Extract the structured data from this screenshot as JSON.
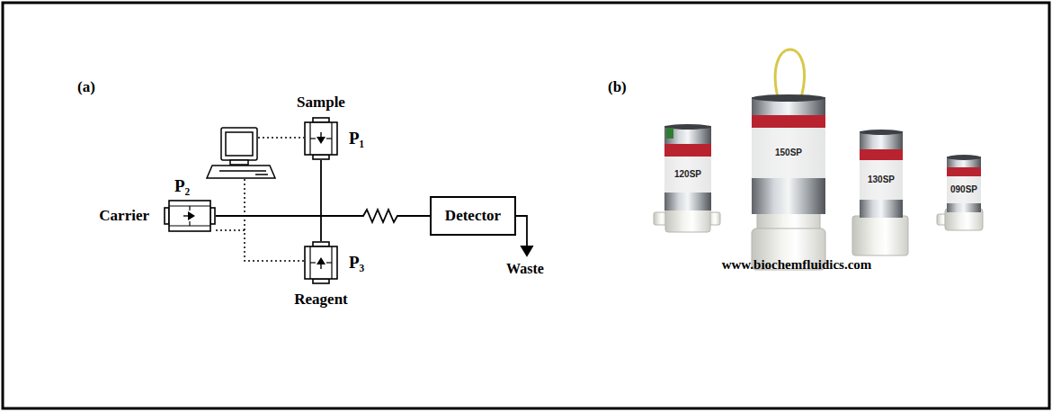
{
  "diagram": {
    "nodes": [
      {
        "text": [
          "Sample",
          "P₁"
        ]
      },
      {
        "text": [
          "P₂",
          "Carrier"
        ]
      },
      {
        "text": [
          "Detector"
        ]
      },
      {
        "text": [
          "P₃",
          "Reagent"
        ]
      }
    ],
    "edges": [
      {
        "from": 1,
        "to": 2,
        "arrow": "none"
      },
      {
        "from": 0,
        "to": 2,
        "arrow": "none"
      },
      {
        "from": 3,
        "to": 2,
        "arrow": "none"
      }
    ],
    "labels": [
      "(a)",
      "(b)",
      "Waste",
      "120SP",
      "150SP",
      "130SP",
      "090SP",
      "www.biochemfluidics.com"
    ]
  }
}
